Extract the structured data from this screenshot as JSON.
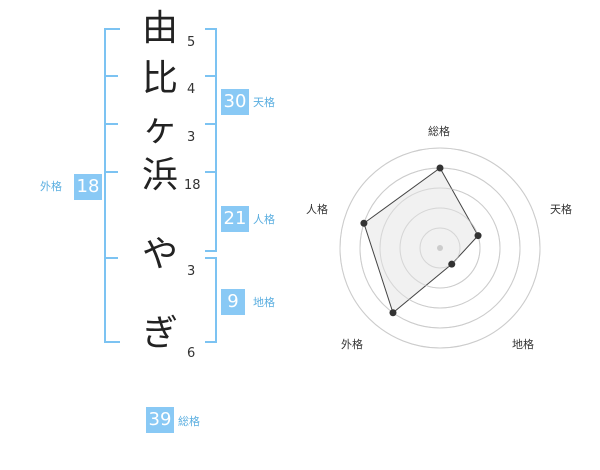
{
  "name": {
    "chars": [
      "由",
      "比",
      "ヶ",
      "浜",
      "や",
      "ぎ"
    ],
    "strokes": [
      "5",
      "4",
      "3",
      "18",
      "3",
      "6"
    ]
  },
  "fortune": {
    "tenkaku": {
      "value": "30",
      "label": "天格"
    },
    "jinkaku": {
      "value": "21",
      "label": "人格"
    },
    "chikaku": {
      "value": "9",
      "label": "地格"
    },
    "gaikaku": {
      "value": "18",
      "label": "外格"
    },
    "soukaku": {
      "value": "39",
      "label": "総格"
    }
  },
  "radar": {
    "axes": [
      "総格",
      "天格",
      "地格",
      "外格",
      "人格"
    ],
    "values": [
      4,
      2,
      1,
      4,
      4
    ],
    "max": 5,
    "rings": 5,
    "colors": {
      "fill": "#eeeeee",
      "ring": "#cccccc",
      "line": "#444444",
      "point": "#333333",
      "center": "#cccccc"
    }
  }
}
